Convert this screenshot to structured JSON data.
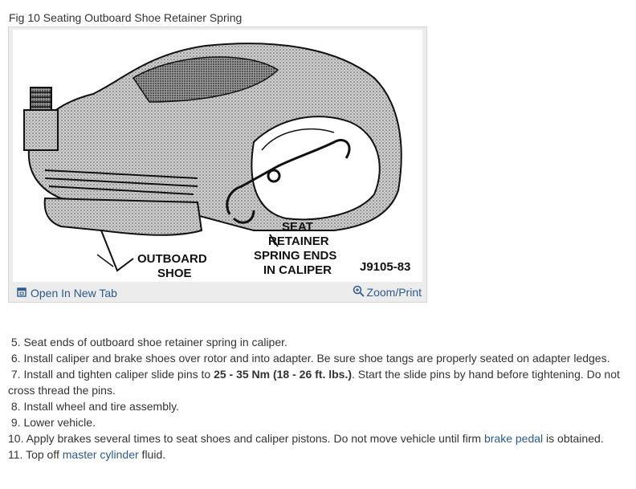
{
  "figure": {
    "caption": "Fig 10 Seating Outboard Shoe Retainer Spring",
    "labels": {
      "seat": "SEAT",
      "retainer": "RETAINER",
      "spring_ends": "SPRING ENDS",
      "in_caliper": "IN CALIPER",
      "outboard": "OUTBOARD",
      "shoe": "SHOE",
      "code": "J9105-83"
    },
    "open_tab_label": "Open In New Tab",
    "zoom_print_label": "Zoom/Print",
    "icons": {
      "open_tab": "open-new-tab-icon",
      "zoom": "zoom-in-icon"
    }
  },
  "steps": [
    {
      "num": "5.",
      "text": "Seat ends of outboard shoe retainer spring in caliper."
    },
    {
      "num": "6.",
      "text": "Install caliper and brake shoes over rotor and into adapter. Be sure shoe tangs are properly seated on adapter ledges."
    },
    {
      "num": "7.",
      "pre": "Install and tighten caliper slide pins to ",
      "bold": "25 - 35 Nm (18 - 26 ft. lbs.)",
      "post": ". Start the slide pins by hand before tightening. Do not cross thread the pins."
    },
    {
      "num": "8.",
      "text": "Install wheel and tire assembly."
    },
    {
      "num": "9.",
      "text": "Lower vehicle."
    },
    {
      "num": "10.",
      "pre": "Apply brakes several times to seat shoes and caliper pistons. Do not move vehicle until firm ",
      "link": "brake pedal",
      "post": " is obtained."
    },
    {
      "num": "11.",
      "pre": "Top off ",
      "link": "master cylinder",
      "post": " fluid."
    }
  ],
  "colors": {
    "link": "#2b5a8c",
    "text": "#333333",
    "frame": "#ececec"
  }
}
